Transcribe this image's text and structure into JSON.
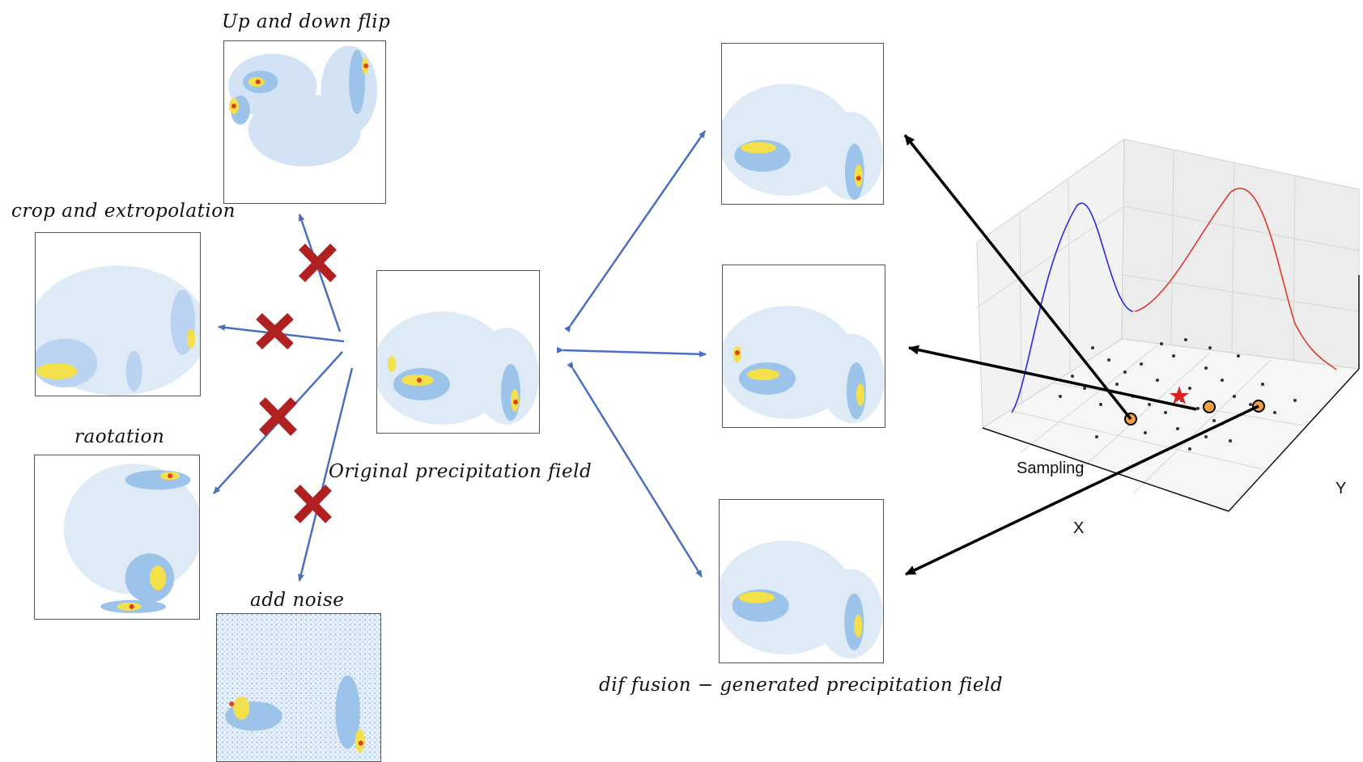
{
  "labels": {
    "up_down_flip": "Up and down flip",
    "crop": "crop and extropolation",
    "rotation": "raotation",
    "add_noise": "add noise",
    "original": "Original precipitation field",
    "diffusion": "dif fusion − generated  precipitation field"
  },
  "plot3d": {
    "xlabel": "X",
    "ylabel": "Y",
    "sampling_label": "Sampling",
    "curve_colors": {
      "left": "#2a2ae0",
      "right": "#e03a2a"
    },
    "star_color": "#e02020",
    "sample_marker_color": "#f0a040"
  },
  "colors": {
    "arrow_blue": "#4a6fc0",
    "cross_red": "#b02020",
    "arrow_black": "#000000"
  }
}
